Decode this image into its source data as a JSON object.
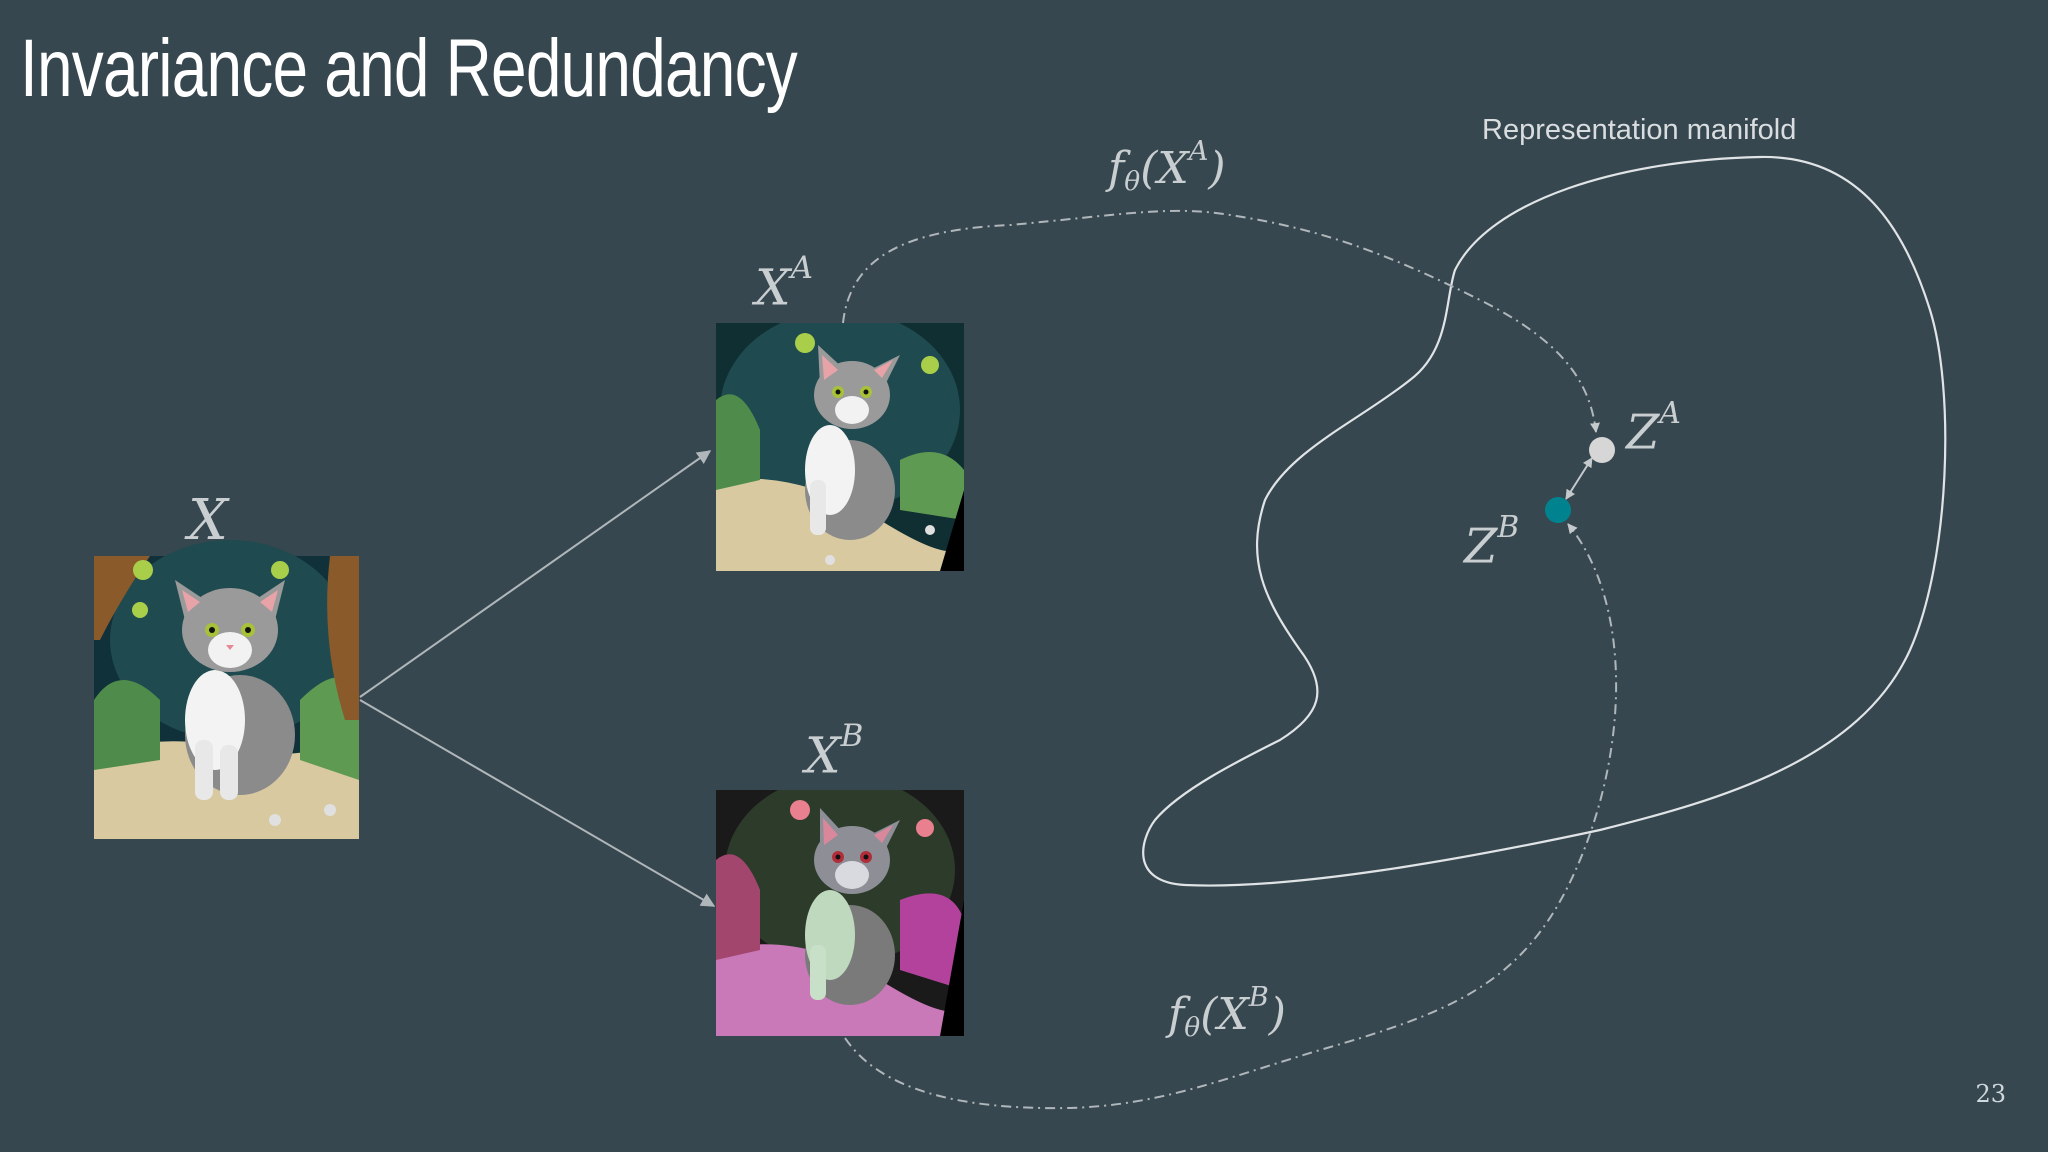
{
  "slide": {
    "title": "Invariance and Redundancy",
    "page_number": "23"
  },
  "labels": {
    "x": "X",
    "xa_base": "X",
    "xa_sup": "A",
    "xb_base": "X",
    "xb_sup": "B",
    "za_base": "Z",
    "za_sup": "A",
    "zb_base": "Z",
    "zb_sup": "B",
    "fa_f": "f",
    "fa_sub": "θ",
    "fa_open": "(X",
    "fa_sup": "A",
    "fa_close": ")",
    "fb_f": "f",
    "fb_sub": "θ",
    "fb_open": "(X",
    "fb_sup": "B",
    "fb_close": ")",
    "manifold": "Representation manifold"
  },
  "colors": {
    "background": "#37474f",
    "za_point": "#d6d6d6",
    "zb_point": "#00838f",
    "lines": "#b0b7bb"
  },
  "icons": {
    "original_image": "cat-illustration",
    "view_a_image": "cat-illustration-rotated-crop",
    "view_b_image": "cat-illustration-color-jitter"
  }
}
